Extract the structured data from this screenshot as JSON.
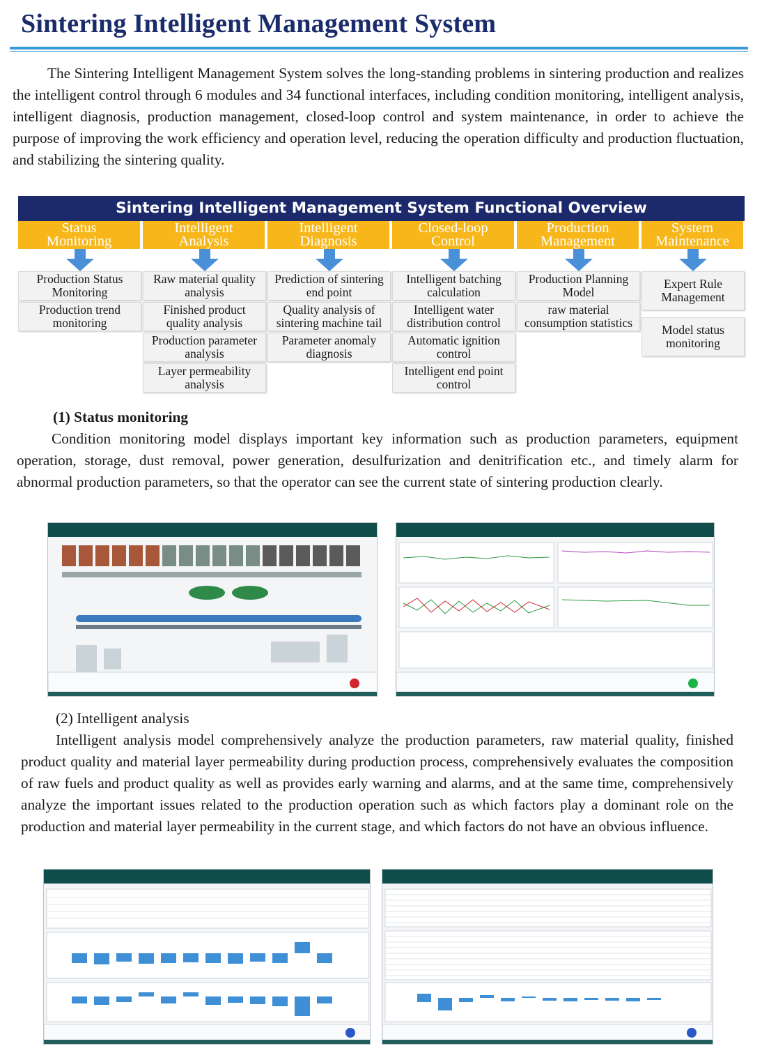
{
  "title": "Sintering Intelligent Management System",
  "intro": "The Sintering Intelligent Management System solves the long-standing problems in sintering production and realizes the intelligent control  through 6 modules and 34 functional interfaces, including condition monitoring, intelligent analysis, intelligent diagnosis, production management, closed-loop control and system maintenance, in order to achieve the purpose of improving the work efficiency and operation level, reducing the operation difficulty and production fluctuation, and stabilizing the sintering quality.",
  "overview": {
    "header": "Sintering Intelligent Management System Functional Overview",
    "modules": [
      {
        "name": "Status\nMonitoring",
        "items": [
          "Production Status Monitoring",
          "Production trend monitoring"
        ]
      },
      {
        "name": "Intelligent\nAnalysis",
        "items": [
          "Raw material quality analysis",
          "Finished product quality analysis",
          "Production parameter analysis",
          "Layer permeability analysis"
        ]
      },
      {
        "name": "Intelligent\nDiagnosis",
        "items": [
          "Prediction of sintering end point",
          "Quality analysis of sintering machine tail",
          "Parameter anomaly diagnosis"
        ]
      },
      {
        "name": "Closed-loop\nControl",
        "items": [
          "Intelligent batching calculation",
          "Intelligent water distribution control",
          "Automatic ignition control",
          "Intelligent end point control"
        ]
      },
      {
        "name": "Production\nManagement",
        "items": [
          "Production Planning Model",
          "raw material consumption statistics"
        ]
      },
      {
        "name": "System\nMaintenance",
        "items": [
          "Expert Rule Management",
          "Model status monitoring"
        ]
      }
    ]
  },
  "section1": {
    "heading": "(1) Status monitoring",
    "body": "Condition monitoring model displays important key information such as production parameters, equipment operation, storage, dust removal, power generation, desulfurization and denitrification etc., and timely alarm for abnormal production parameters, so that the operator can see the current state of sintering production clearly."
  },
  "section2": {
    "heading": "(2) Intelligent analysis",
    "body": "Intelligent analysis model comprehensively analyze the production parameters, raw material quality, finished product quality and material layer permeability during production process, comprehensively evaluates the composition of raw fuels and product quality as well as provides early warning and alarms, and at the same time, comprehensively analyze the important issues related to the production operation such as which factors play a dominant role on the production and material layer permeability in the current stage, and which factors do not have an obvious influence."
  },
  "colors": {
    "title": "#1a2c6b",
    "rule": "#3a9ad9",
    "overview_header": "#1c2a6b",
    "module_head": "#f7b71a",
    "arrow": "#4a90d9",
    "item_bg": "#f2f2f2"
  },
  "screenshots": [
    {
      "name": "status-monitoring-screenshot-1",
      "icon": "process-flow-screenshot"
    },
    {
      "name": "status-monitoring-screenshot-2",
      "icon": "trend-charts-screenshot"
    },
    {
      "name": "intelligent-analysis-screenshot-1",
      "icon": "bar-charts-screenshot"
    },
    {
      "name": "intelligent-analysis-screenshot-2",
      "icon": "table-bar-chart-screenshot"
    }
  ]
}
